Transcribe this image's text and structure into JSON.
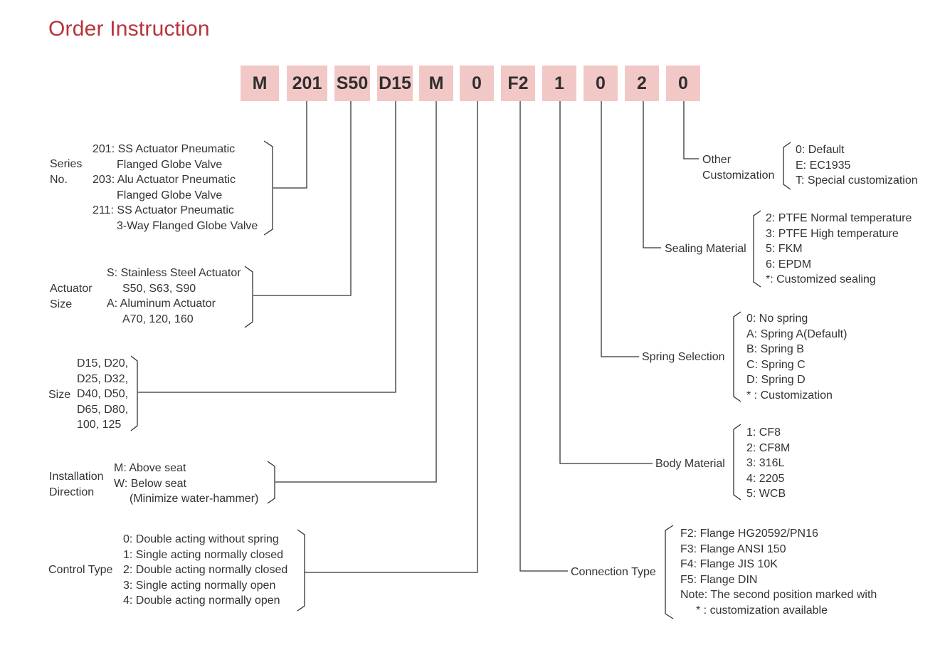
{
  "title": "Order Instruction",
  "code_boxes": [
    {
      "id": "m1",
      "label": "M"
    },
    {
      "id": "series",
      "label": "201"
    },
    {
      "id": "actuator",
      "label": "S50"
    },
    {
      "id": "size",
      "label": "D15"
    },
    {
      "id": "install",
      "label": "M"
    },
    {
      "id": "control",
      "label": "0"
    },
    {
      "id": "connection",
      "label": "F2"
    },
    {
      "id": "body",
      "label": "1"
    },
    {
      "id": "spring",
      "label": "0"
    },
    {
      "id": "sealing",
      "label": "2"
    },
    {
      "id": "other",
      "label": "0"
    }
  ],
  "series": {
    "name_line1": "Series",
    "name_line2": "No.",
    "options": [
      "201: SS Actuator Pneumatic",
      "Flanged Globe Valve",
      "203: Alu Actuator Pneumatic",
      "Flanged Globe Valve",
      "211: SS Actuator Pneumatic",
      "3-Way Flanged Globe Valve"
    ]
  },
  "actuator": {
    "name_line1": "Actuator",
    "name_line2": "Size",
    "options": [
      "S: Stainless Steel Actuator",
      "S50, S63, S90",
      "A: Aluminum Actuator",
      "A70, 120, 160"
    ]
  },
  "size": {
    "name": "Size",
    "options": [
      "D15, D20,",
      "D25, D32,",
      "D40, D50,",
      "D65, D80,",
      "100, 125"
    ]
  },
  "install": {
    "name_line1": "Installation",
    "name_line2": "Direction",
    "options": [
      "M: Above seat",
      "W: Below seat",
      "(Minimize water-hammer)"
    ]
  },
  "control": {
    "name": "Control Type",
    "options": [
      "0: Double acting without spring",
      "1: Single acting normally closed",
      "2: Double acting normally closed",
      "3: Single acting normally open",
      "4: Double acting normally open"
    ]
  },
  "other": {
    "name_line1": "Other",
    "name_line2": "Customization",
    "options": [
      "0: Default",
      "E: EC1935",
      "T: Special customization"
    ]
  },
  "sealing": {
    "name": "Sealing Material",
    "options": [
      "2: PTFE Normal temperature",
      "3: PTFE High temperature",
      "5: FKM",
      "6: EPDM",
      "*: Customized sealing"
    ]
  },
  "spring": {
    "name": "Spring Selection",
    "options": [
      "0: No spring",
      "A: Spring A(Default)",
      "B: Spring B",
      "C: Spring C",
      "D: Spring D",
      "* : Customization"
    ]
  },
  "body": {
    "name": "Body Material",
    "options": [
      "1: CF8",
      "2: CF8M",
      "3: 316L",
      "4: 2205",
      "5: WCB"
    ]
  },
  "connection": {
    "name": "Connection Type",
    "options": [
      "F2: Flange HG20592/PN16",
      "F3: Flange ANSI 150",
      "F4: Flange JIS 10K",
      "F5: Flange DIN",
      "Note: The second position marked with",
      "* : customization available"
    ]
  },
  "colors": {
    "title": "#b8333a",
    "box": "#f2c8c6",
    "line": "#333333"
  }
}
